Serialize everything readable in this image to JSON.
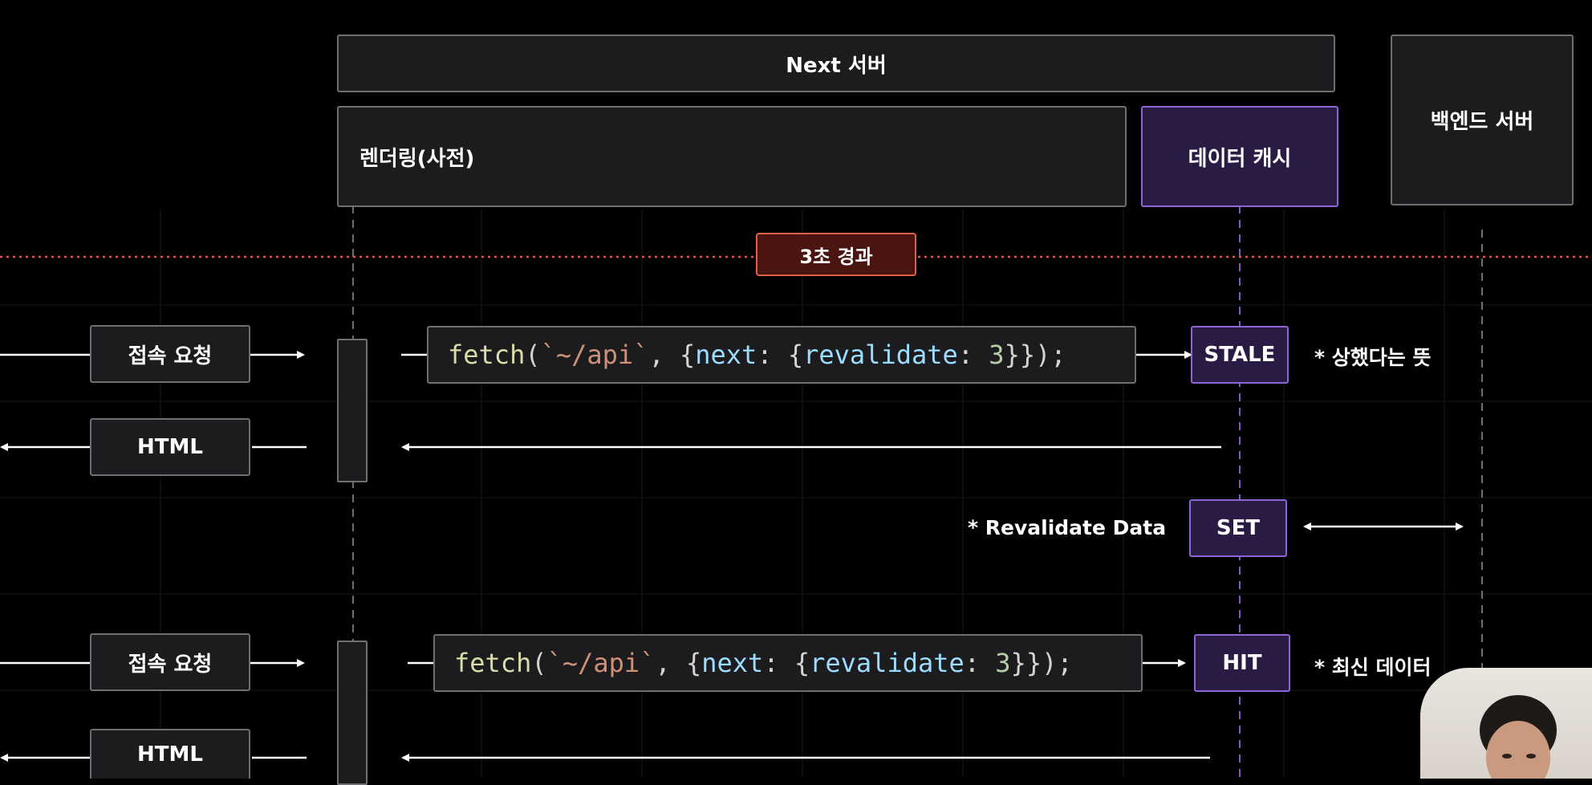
{
  "header": {
    "server_label": "Next 서버"
  },
  "lanes": {
    "rendering_label": "렌더링(사전)",
    "cache_label": "데이터 캐시",
    "backend_label": "백엔드 서버"
  },
  "timeline_marker": {
    "label": "3초 경과"
  },
  "flow1": {
    "request_label": "접속 요청",
    "response_label": "HTML",
    "fetch_code": {
      "fn": "fetch",
      "open": "(",
      "url": "`~/api`",
      "sep1": ", {",
      "key1": "next",
      "sep2": ": {",
      "key2": "revalidate",
      "sep3": ": ",
      "num": "3",
      "close": "}});"
    },
    "cache_state": "STALE",
    "cache_note": "* 상했다는 뜻"
  },
  "revalidate": {
    "note": "* Revalidate Data",
    "cache_state": "SET"
  },
  "flow2": {
    "request_label": "접속 요청",
    "response_label": "HTML",
    "fetch_code": {
      "fn": "fetch",
      "open": "(",
      "url": "`~/api`",
      "sep1": ", {",
      "key1": "next",
      "sep2": ": {",
      "key2": "revalidate",
      "sep3": ": ",
      "num": "3",
      "close": "}});"
    },
    "cache_state": "HIT",
    "cache_note": "* 최신 데이터"
  },
  "colors": {
    "background": "#000000",
    "box_fill": "#1c1c1e",
    "box_border": "#6e6e73",
    "cache_fill": "#2a1b45",
    "cache_border": "#8e65d6",
    "marker_fill": "#4a1410",
    "marker_border": "#e0604a"
  }
}
